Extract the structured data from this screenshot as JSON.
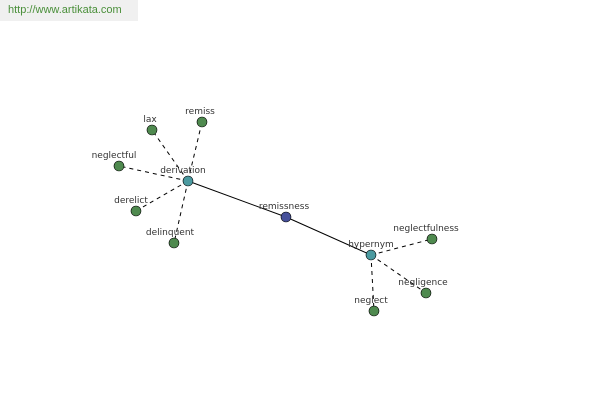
{
  "banner": {
    "url_text": "http://www.artikata.com"
  },
  "colors": {
    "leaf": "#4f8a4f",
    "relation": "#4b9aa0",
    "center": "#46509a",
    "banner_text": "#4a8f3a"
  },
  "graph": {
    "nodes": [
      {
        "id": "remissness",
        "label": "remissness",
        "kind": "center"
      },
      {
        "id": "derivation",
        "label": "derivation",
        "kind": "relation"
      },
      {
        "id": "hypernym",
        "label": "hypernym",
        "kind": "relation"
      },
      {
        "id": "remiss",
        "label": "remiss",
        "kind": "leaf"
      },
      {
        "id": "lax",
        "label": "lax",
        "kind": "leaf"
      },
      {
        "id": "neglectful",
        "label": "neglectful",
        "kind": "leaf"
      },
      {
        "id": "derelict",
        "label": "derelict",
        "kind": "leaf"
      },
      {
        "id": "delinquent",
        "label": "delinquent",
        "kind": "leaf"
      },
      {
        "id": "neglectfulness",
        "label": "neglectfulness",
        "kind": "leaf"
      },
      {
        "id": "negligence",
        "label": "negligence",
        "kind": "leaf"
      },
      {
        "id": "neglect",
        "label": "neglect",
        "kind": "leaf"
      }
    ],
    "edges": [
      {
        "from": "remissness",
        "to": "derivation",
        "style": "solid"
      },
      {
        "from": "remissness",
        "to": "hypernym",
        "style": "solid"
      },
      {
        "from": "derivation",
        "to": "remiss",
        "style": "dashed"
      },
      {
        "from": "derivation",
        "to": "lax",
        "style": "dashed"
      },
      {
        "from": "derivation",
        "to": "neglectful",
        "style": "dashed"
      },
      {
        "from": "derivation",
        "to": "derelict",
        "style": "dashed"
      },
      {
        "from": "derivation",
        "to": "delinquent",
        "style": "dashed"
      },
      {
        "from": "hypernym",
        "to": "neglectfulness",
        "style": "dashed"
      },
      {
        "from": "hypernym",
        "to": "negligence",
        "style": "dashed"
      },
      {
        "from": "hypernym",
        "to": "neglect",
        "style": "dashed"
      }
    ]
  }
}
